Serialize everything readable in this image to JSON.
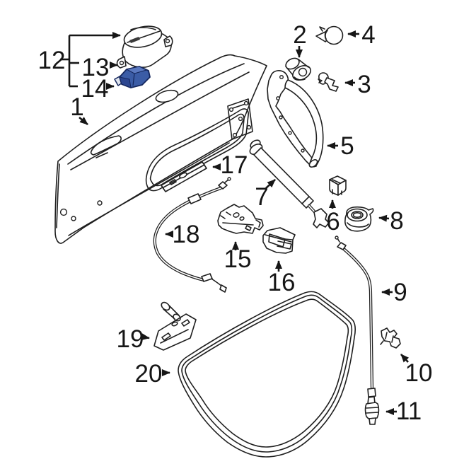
{
  "diagram": {
    "background_color": "#ffffff",
    "line_color": "#1f1f1f",
    "highlight_color": "#3b5ca6",
    "callouts": [
      {
        "number": "1",
        "part": "deck-lid-panel"
      },
      {
        "number": "2",
        "part": "buffer-stop"
      },
      {
        "number": "3",
        "part": "bolt"
      },
      {
        "number": "4",
        "part": "push-pin-clip"
      },
      {
        "number": "5",
        "part": "hinge-arm"
      },
      {
        "number": "6",
        "part": "spacer-block"
      },
      {
        "number": "7",
        "part": "gas-strut"
      },
      {
        "number": "8",
        "part": "grommet"
      },
      {
        "number": "9",
        "part": "release-rod"
      },
      {
        "number": "10",
        "part": "rod-clip"
      },
      {
        "number": "11",
        "part": "rod-end-fitting"
      },
      {
        "number": "12",
        "part": "lock-cylinder-assembly"
      },
      {
        "number": "13",
        "part": "lock-cylinder"
      },
      {
        "number": "14",
        "part": "micro-switch-highlighted"
      },
      {
        "number": "15",
        "part": "trunk-latch"
      },
      {
        "number": "16",
        "part": "latch-guide-wedge"
      },
      {
        "number": "17",
        "part": "trim-molding"
      },
      {
        "number": "18",
        "part": "release-cable"
      },
      {
        "number": "19",
        "part": "mounting-bracket"
      },
      {
        "number": "20",
        "part": "weatherstrip-seal"
      }
    ]
  }
}
